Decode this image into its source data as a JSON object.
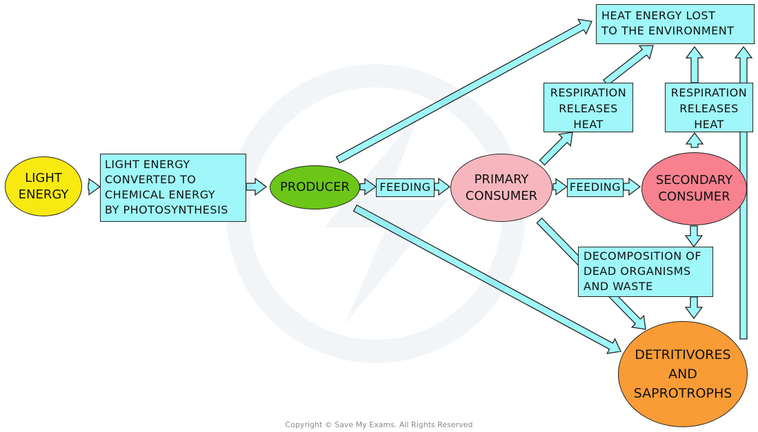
{
  "colors": {
    "box_fill": "#9ff7f9",
    "light_energy": "#f8ea10",
    "producer": "#6cc617",
    "primary_consumer": "#f7b6be",
    "secondary_consumer": "#f7818f",
    "detritivores": "#f99c36",
    "arrow_fill": "#9ff7f9",
    "outline": "#222222"
  },
  "nodes": {
    "light_energy": [
      "LIGHT",
      "ENERGY"
    ],
    "producer": [
      "PRODUCER"
    ],
    "primary_consumer": [
      "PRIMARY",
      "CONSUMER"
    ],
    "secondary_consumer": [
      "SECONDARY",
      "CONSUMER"
    ],
    "detritivores": [
      "DETRITIVORES",
      "AND",
      "SAPROTROPHS"
    ]
  },
  "boxes": {
    "photosynthesis": [
      "LIGHT ENERGY",
      "CONVERTED TO",
      "CHEMICAL ENERGY",
      "BY PHOTOSYNTHESIS"
    ],
    "heat_lost": [
      "HEAT ENERGY LOST",
      "TO THE ENVIRONMENT"
    ],
    "respiration_1": [
      "RESPIRATION",
      "RELEASES",
      "HEAT"
    ],
    "respiration_2": [
      "RESPIRATION",
      "RELEASES",
      "HEAT"
    ],
    "feeding_1": [
      "FEEDING"
    ],
    "feeding_2": [
      "FEEDING"
    ],
    "decomposition": [
      "DECOMPOSITION OF",
      "DEAD ORGANISMS",
      "AND WASTE"
    ]
  },
  "copyright": "Copyright © Save My Exams. All Rights Reserved"
}
